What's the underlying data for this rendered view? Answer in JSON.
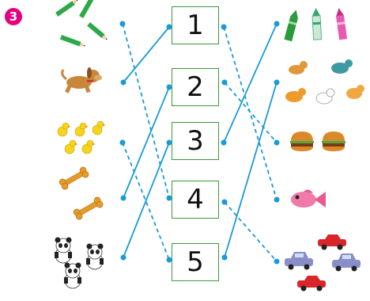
{
  "exercise": {
    "number": "3"
  },
  "numbers": [
    "1",
    "2",
    "3",
    "4",
    "5"
  ],
  "left_pictures": [
    "pencil-group",
    "dog",
    "chick-group",
    "bone-group",
    "panda-group"
  ],
  "right_pictures": [
    "crayon-group",
    "animal-group",
    "hamburger-group",
    "fish",
    "car-group"
  ],
  "colors": {
    "line": "#1a9ad6",
    "box_border": "#3a9a3a",
    "badge": "#e4007f"
  }
}
